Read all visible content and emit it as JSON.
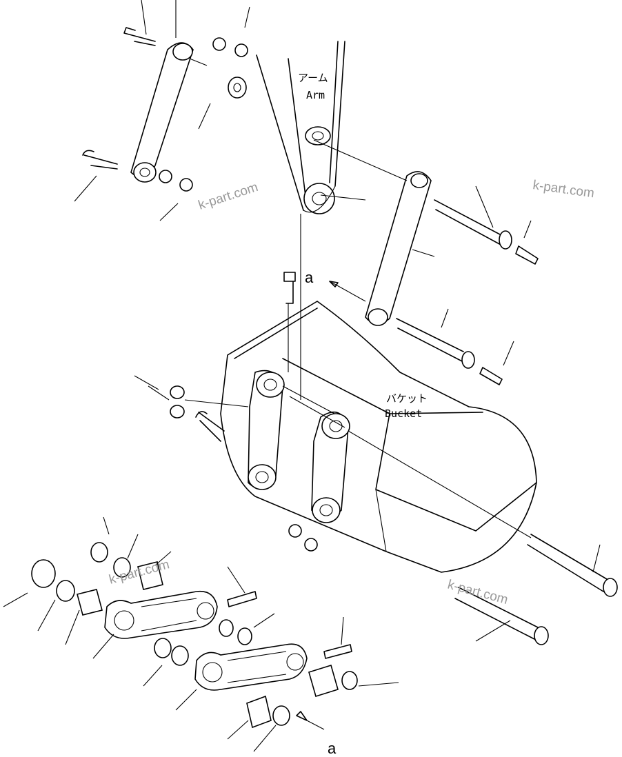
{
  "labels": {
    "arm_jp": "アーム",
    "arm_en": "Arm",
    "bucket_jp": "バケット",
    "bucket_en": "Bucket",
    "ref_a_top": "a",
    "ref_a_bottom": "a"
  },
  "watermarks": [
    "k-part.com",
    "k-part.com",
    "k-part.com",
    "k-part.com"
  ]
}
